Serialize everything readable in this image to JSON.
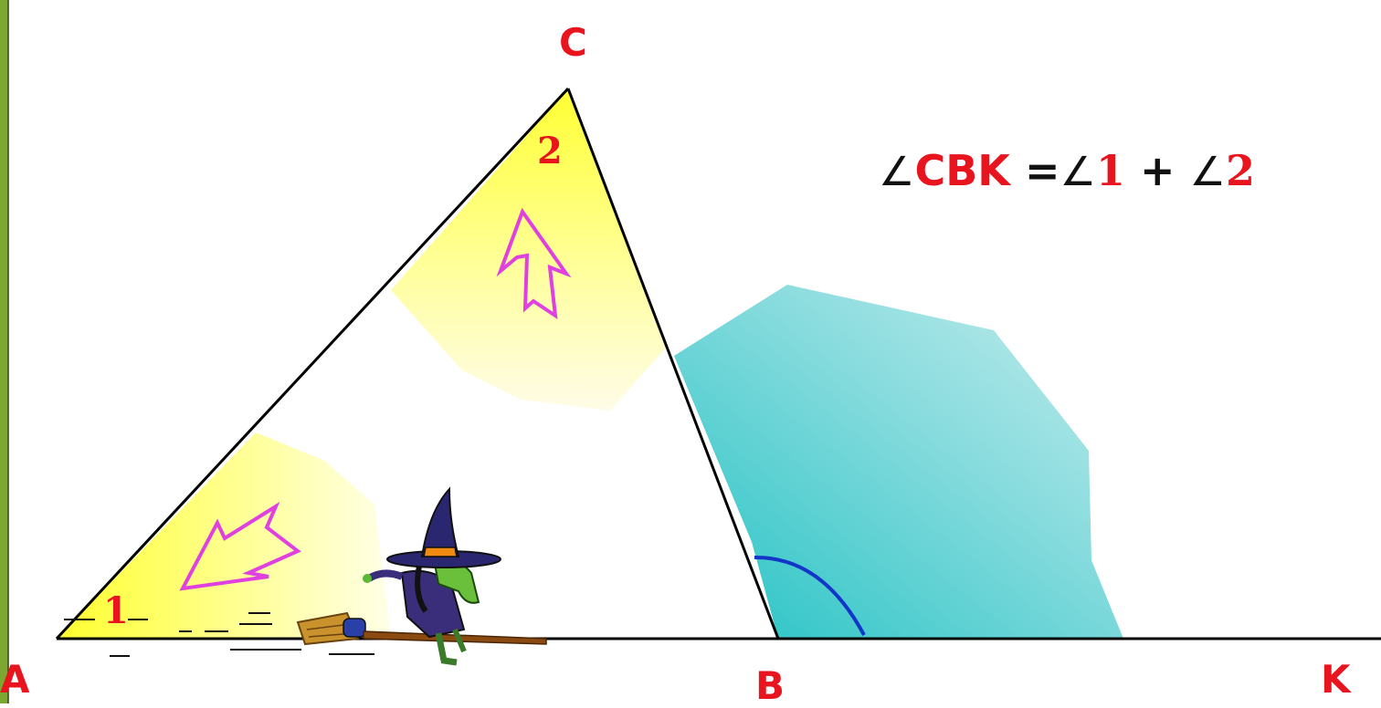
{
  "vertices": {
    "a": "A",
    "b": "B",
    "c": "C",
    "k": "K"
  },
  "angles": {
    "angle_1": "1",
    "angle_2": "2"
  },
  "formula": {
    "angle_symbol": "∠",
    "lhs": "CBK",
    "equals": "=",
    "term1": "1",
    "plus": "+",
    "term2": "2"
  },
  "colors": {
    "label_red": "#e8141e",
    "sector_yellow": "#ffff33",
    "exterior_teal": "#2ec4c4",
    "arc_blue": "#1436c8",
    "arrow_magenta": "#e040e0",
    "left_border_green": "#7ca832"
  },
  "icons": {
    "character": "witch-on-broomstick-icon",
    "arrow_1": "arrow-icon",
    "arrow_2": "arrow-icon"
  }
}
